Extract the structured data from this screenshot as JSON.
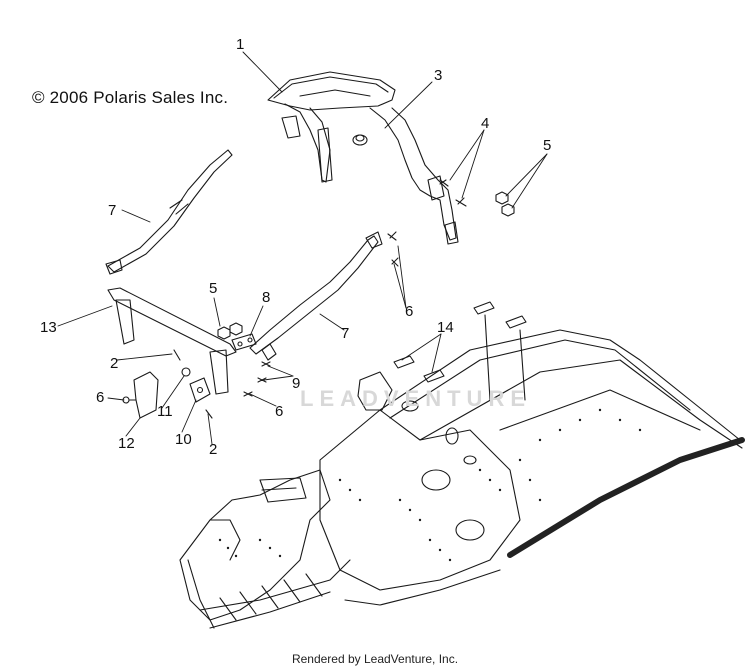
{
  "copyright": "© 2006 Polaris Sales Inc.",
  "footer": "Rendered by LeadVenture, Inc.",
  "watermark": "LEADVENTURE",
  "callouts": {
    "c1": "1",
    "c3": "3",
    "c4": "4",
    "c5a": "5",
    "c7a": "7",
    "c5b": "5",
    "c8": "8",
    "c6a": "6",
    "c13": "13",
    "c7b": "7",
    "c14": "14",
    "c2a": "2",
    "c9": "9",
    "c6b": "6",
    "c6c": "6",
    "c11": "11",
    "c10": "10",
    "c12": "12",
    "c2b": "2"
  },
  "colors": {
    "line": "#1a1a1a",
    "watermark": "#d8d8d8"
  }
}
